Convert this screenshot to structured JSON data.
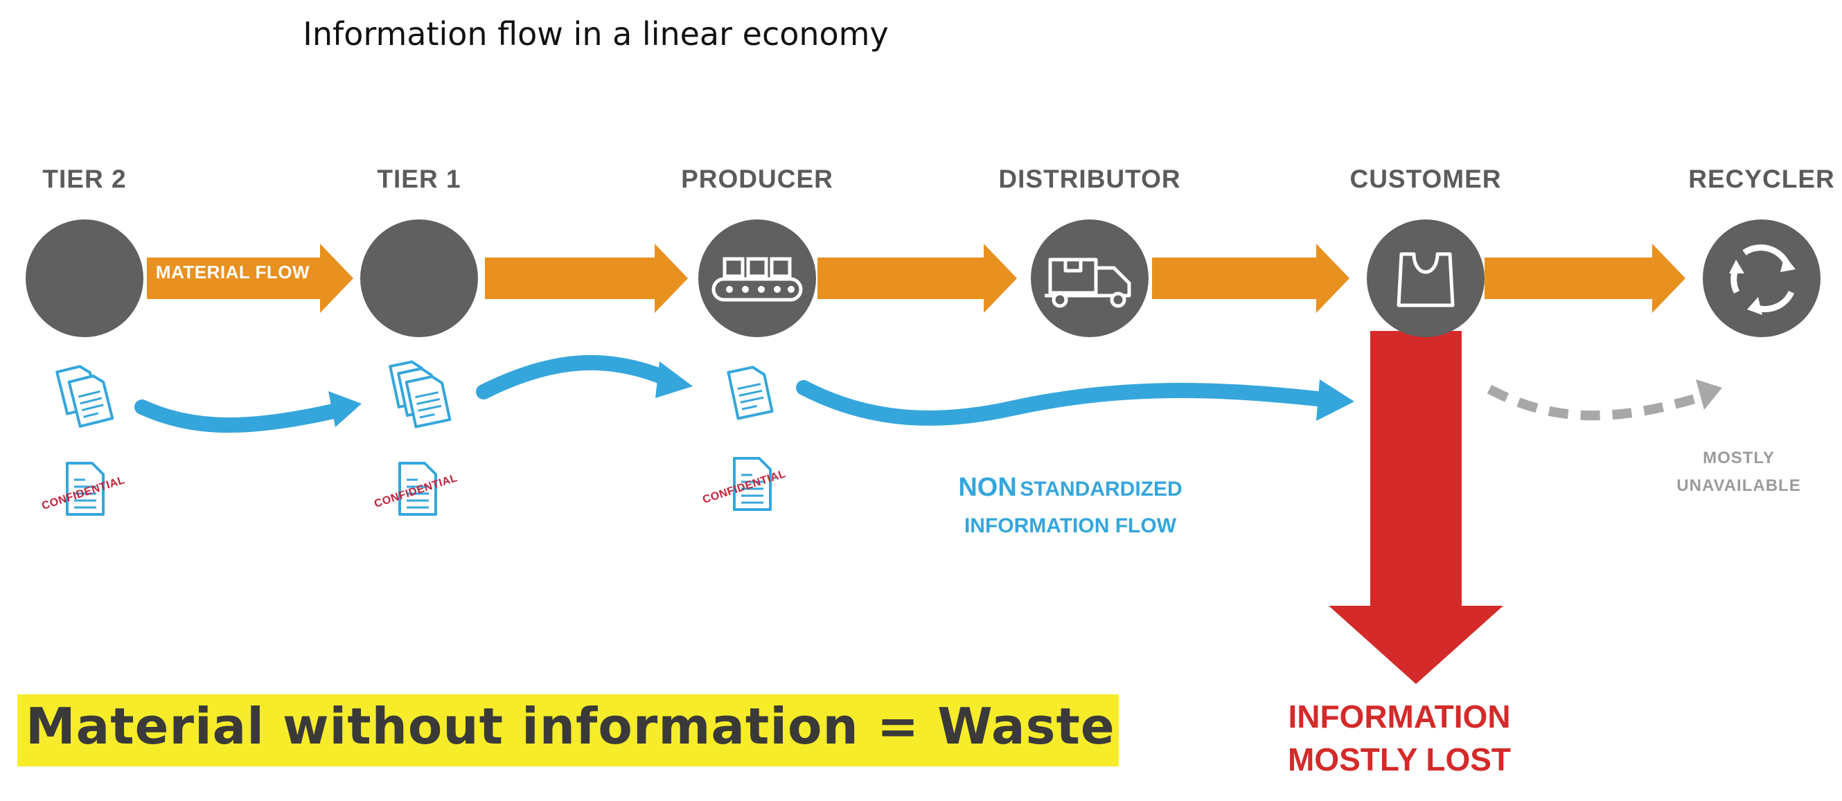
{
  "title": "Information flow in a linear economy",
  "stages": [
    {
      "label": "TIER 2",
      "icon": "blank"
    },
    {
      "label": "TIER 1",
      "icon": "blank"
    },
    {
      "label": "PRODUCER",
      "icon": "conveyor-icon"
    },
    {
      "label": "DISTRIBUTOR",
      "icon": "truck-icon"
    },
    {
      "label": "CUSTOMER",
      "icon": "shopping-bag-icon"
    },
    {
      "label": "RECYCLER",
      "icon": "recycle-icon"
    }
  ],
  "material_flow_label": "MATERIAL FLOW",
  "confidential_label": "CONFIDENTIAL",
  "information_flow": {
    "emphasis": "NON",
    "line1_rest": "STANDARDIZED",
    "line2": "INFORMATION FLOW"
  },
  "mostly_unavailable": {
    "line1": "MOSTLY",
    "line2": "UNAVAILABLE"
  },
  "information_lost": {
    "line1": "INFORMATION",
    "line2": "MOSTLY LOST"
  },
  "slogan": "Material without information = Waste",
  "colors": {
    "node": "#606060",
    "material_flow": "#e8911f",
    "information_flow": "#35a6dc",
    "information_lost": "#d42a2a",
    "unavailable": "#a8a8a8",
    "highlight": "#f6ec2a",
    "confidential": "#c0233a"
  }
}
